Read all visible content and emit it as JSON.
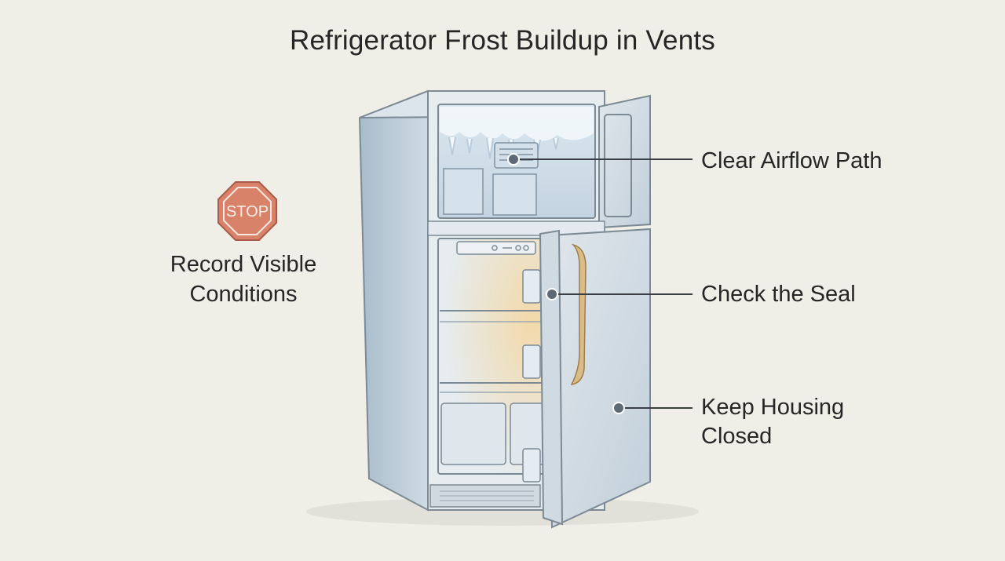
{
  "title": "Refrigerator Frost Buildup in Vents",
  "stop_sign": {
    "text": "STOP",
    "color": "#d9826a",
    "icon": "stop-sign-icon"
  },
  "left_note": {
    "line1": "Record Visible",
    "line2": "Conditions"
  },
  "callouts": [
    {
      "label_lines": [
        "Clear Airflow Path"
      ]
    },
    {
      "label_lines": [
        "Check the Seal"
      ]
    },
    {
      "label_lines": [
        "Keep Housing",
        "Closed"
      ]
    }
  ],
  "colors": {
    "background": "#efeee7",
    "fridge_body": "#c9d6e0",
    "frost": "#e3edf5",
    "handle": "#d8b57c",
    "warm_light": "#f1cf9a",
    "leader_line": "#3a3f45"
  }
}
